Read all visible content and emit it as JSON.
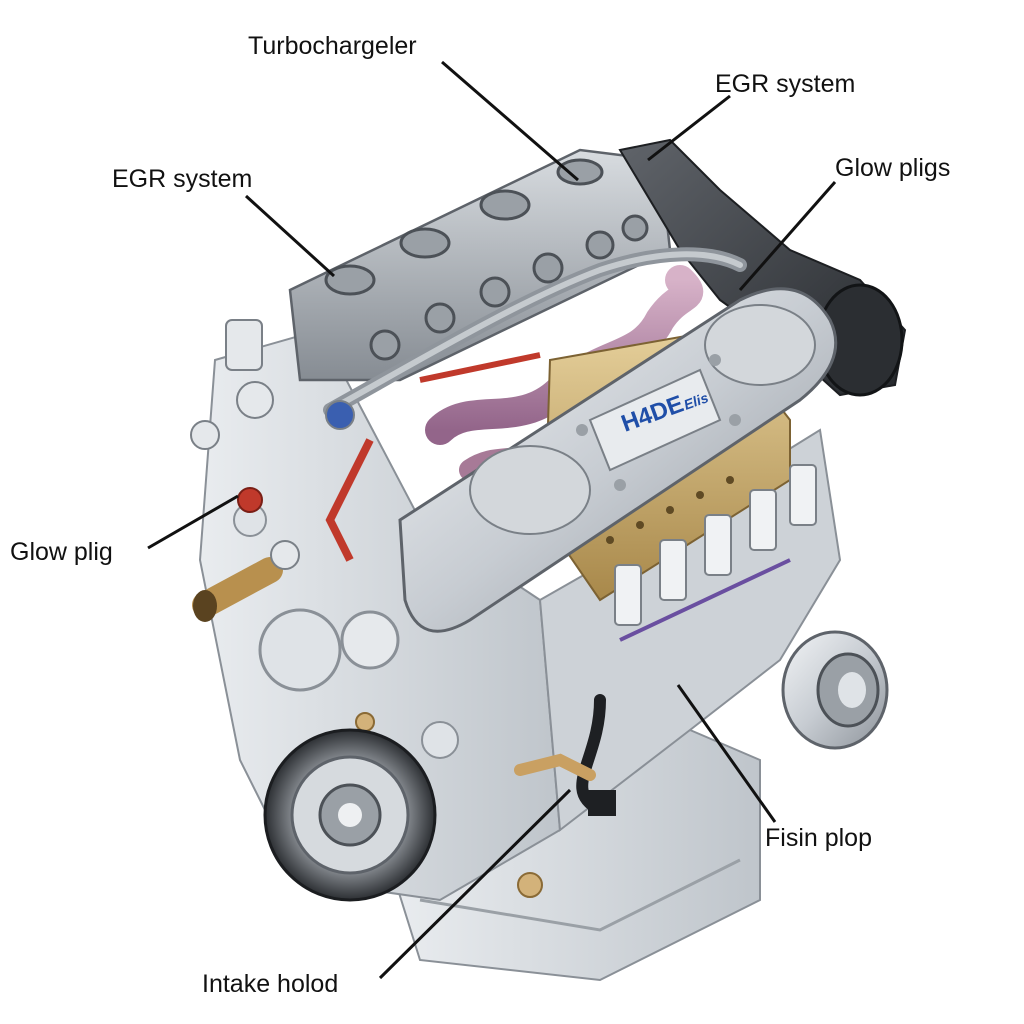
{
  "labels": {
    "turbocharger": "Turbochargeler",
    "egr_right": "EGR system",
    "egr_left": "EGR system",
    "glow_plugs": "Glow pligs",
    "glow_plug": "Glow plig",
    "fuel_pump": "Fisin plop",
    "intake_manifold": "Intake holod"
  },
  "badge": {
    "text": "H4DE",
    "subtext": "Elis"
  },
  "colors": {
    "background": "#ffffff",
    "leader_line": "#111111",
    "metal_silver": "#c9ced4",
    "metal_dark": "#6b7077",
    "turbo_dark": "#3a3d42",
    "gold_manifold": "#c8a866",
    "hose_pink": "#b98aa8",
    "accent_red": "#c0392b",
    "badge_blue": "#1f4ea8"
  }
}
